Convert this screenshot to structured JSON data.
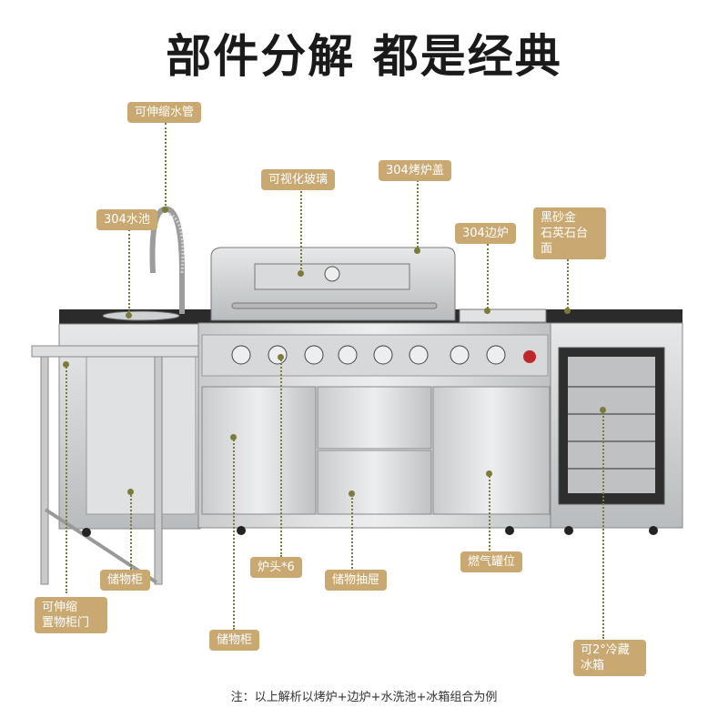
{
  "title": "部件分解  都是经典",
  "labels": {
    "hose": "可伸缩水管",
    "sink": "304水池",
    "window": "可视化玻璃",
    "lid": "304烤炉盖",
    "side_burner": "304边炉",
    "countertop": "黑砂金\n石英石台面",
    "cabinet_small": "储物柜",
    "door": "可伸缩\n置物柜门",
    "burners": "炉头*6",
    "drawers": "储物抽屉",
    "gas": "燃气罐位",
    "cabinet": "储物柜",
    "fridge": "可2°冷藏\n冰箱"
  },
  "note": "注：以上解析以烤炉+边炉+水洗池+冰箱组合为例",
  "colors": {
    "tag": "#c9a872",
    "guide": "#7d7a3a"
  }
}
